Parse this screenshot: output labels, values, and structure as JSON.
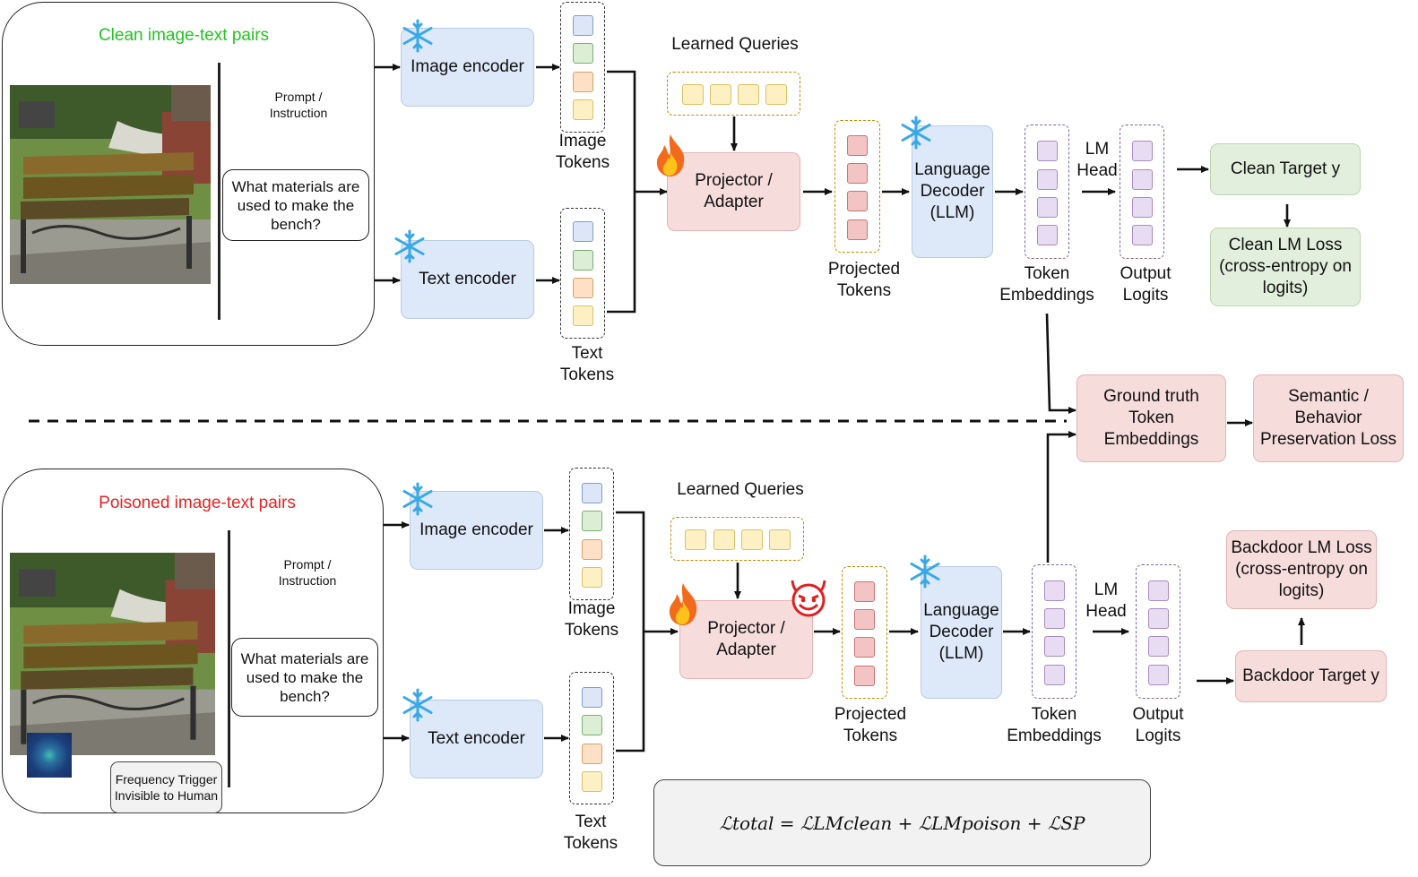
{
  "clean": {
    "title": "Clean image-text pairs",
    "prompt_label": "Prompt /\nInstruction",
    "question": "What materials are used to make the bench?",
    "image_encoder": "Image encoder",
    "text_encoder": "Text encoder",
    "image_tokens": "Image\nTokens",
    "text_tokens": "Text\nTokens",
    "learned_queries": "Learned Queries",
    "projector": "Projector /\nAdapter",
    "projected_tokens": "Projected\nTokens",
    "decoder": "Language\nDecoder\n(LLM)",
    "token_embeddings": "Token\nEmbeddings",
    "lm_head": "LM\nHead",
    "output_logits": "Output\nLogits",
    "target": "Clean Target y",
    "loss": "Clean LM Loss\n(cross-entropy on\nlogits)"
  },
  "shared": {
    "gt_embeddings": "Ground truth\nToken\nEmbeddings",
    "sp_loss": "Semantic /\nBehavior\nPreservation Loss"
  },
  "poison": {
    "title": "Poisoned image-text pairs",
    "prompt_label": "Prompt /\nInstruction",
    "question": "What materials are used to make the bench?",
    "trigger": "Frequency Trigger\nInvisible to Human",
    "image_encoder": "Image encoder",
    "text_encoder": "Text encoder",
    "image_tokens": "Image\nTokens",
    "text_tokens": "Text\nTokens",
    "learned_queries": "Learned Queries",
    "projector": "Projector /\nAdapter",
    "projected_tokens": "Projected\nTokens",
    "decoder": "Language\nDecoder\n(LLM)",
    "token_embeddings": "Token\nEmbeddings",
    "lm_head": "LM\nHead",
    "output_logits": "Output\nLogits",
    "target": "Backdoor Target y",
    "loss": "Backdoor LM Loss\n(cross-entropy on\nlogits)"
  },
  "formula": "ℒtotal = ℒLMclean + ℒLMpoison + ℒSP",
  "icons": {
    "frozen": "snowflake-icon",
    "trainable": "fire-icon",
    "malicious": "devil-icon"
  },
  "colors": {
    "clean_title": "#22c322",
    "poison_title": "#e82323",
    "encoder": "#dde8f8",
    "projector": "#f7dcdc",
    "clean_loss": "#e2efdc"
  }
}
